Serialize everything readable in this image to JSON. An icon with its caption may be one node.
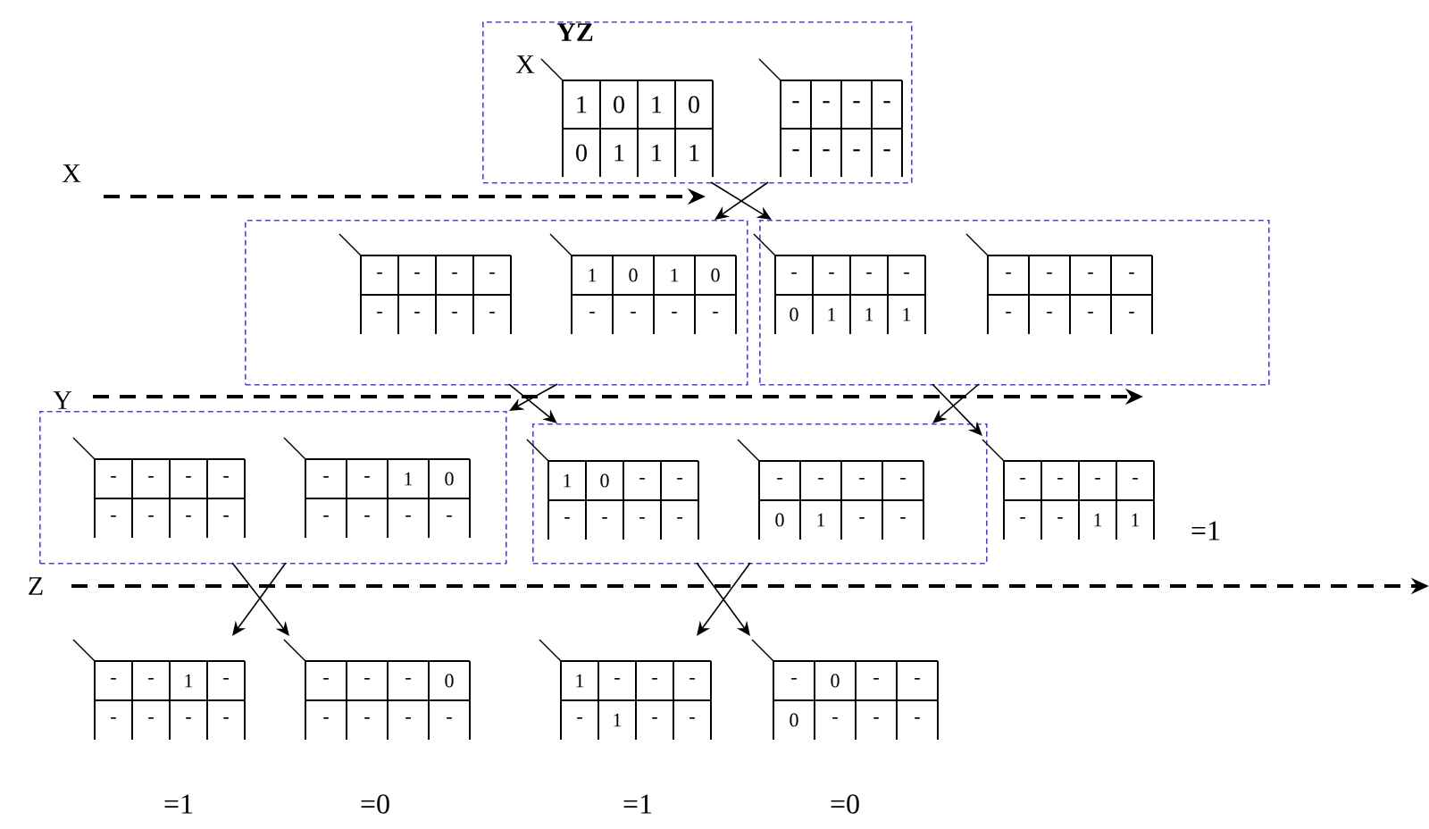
{
  "diagram": {
    "nodes": [
      {
        "text": [],
        "shape": "box"
      },
      {
        "text": [
          "1",
          "0",
          "1",
          "0",
          "0",
          "1",
          "1",
          "1"
        ],
        "in": 0,
        "beside": [
          "YZ",
          "X"
        ]
      },
      {
        "text": [
          "-",
          "-",
          "-",
          "-",
          "-",
          "-",
          "-",
          "-"
        ],
        "in": 0
      },
      {
        "text": [],
        "shape": "box"
      },
      {
        "text": [
          "-",
          "-",
          "-",
          "-",
          "-",
          "-",
          "-",
          "-"
        ],
        "in": 3
      },
      {
        "text": [
          "1",
          "0",
          "1",
          "0",
          "-",
          "-",
          "-",
          "-"
        ],
        "in": 3
      },
      {
        "text": [],
        "shape": "box"
      },
      {
        "text": [
          "-",
          "-",
          "-",
          "-",
          "0",
          "1",
          "1",
          "1"
        ],
        "in": 6
      },
      {
        "text": [
          "-",
          "-",
          "-",
          "-",
          "-",
          "-",
          "-",
          "-"
        ],
        "in": 6
      },
      {
        "text": [],
        "shape": "box"
      },
      {
        "text": [
          "-",
          "-",
          "-",
          "-",
          "-",
          "-",
          "-",
          "-"
        ],
        "in": 9
      },
      {
        "text": [
          "-",
          "-",
          "1",
          "0",
          "-",
          "-",
          "-",
          "-"
        ],
        "in": 9
      },
      {
        "text": [],
        "shape": "box"
      },
      {
        "text": [
          "1",
          "0",
          "-",
          "-",
          "-",
          "-",
          "-",
          "-"
        ],
        "in": 12
      },
      {
        "text": [
          "-",
          "-",
          "-",
          "-",
          "0",
          "1",
          "-",
          "-"
        ],
        "in": 12
      },
      {
        "text": [
          "-",
          "-",
          "-",
          "-",
          "-",
          "-",
          "1",
          "1"
        ],
        "beside": [
          "=1"
        ]
      },
      {
        "text": [
          "-",
          "-",
          "1",
          "-",
          "-",
          "-",
          "-",
          "-"
        ],
        "beside": [
          "=1"
        ]
      },
      {
        "text": [
          "-",
          "-",
          "-",
          "0",
          "-",
          "-",
          "-",
          "-"
        ],
        "beside": [
          "=0"
        ]
      },
      {
        "text": [
          "1",
          "-",
          "-",
          "-",
          "-",
          "1",
          "-",
          "-"
        ],
        "beside": [
          "=1"
        ]
      },
      {
        "text": [
          "-",
          "0",
          "-",
          "-",
          "0",
          "-",
          "-",
          "-"
        ],
        "beside": [
          "=0"
        ]
      }
    ],
    "edges": [
      {
        "from": 0,
        "to": 3,
        "arrow": "to"
      },
      {
        "from": 0,
        "to": 6,
        "arrow": "to"
      },
      {
        "from": 3,
        "to": 9,
        "arrow": "to"
      },
      {
        "from": 3,
        "to": 12,
        "arrow": "to"
      },
      {
        "from": 6,
        "to": 12,
        "arrow": "to"
      },
      {
        "from": 6,
        "to": 15,
        "arrow": "to"
      },
      {
        "from": 9,
        "to": 16,
        "arrow": "to"
      },
      {
        "from": 9,
        "to": 17,
        "arrow": "to"
      },
      {
        "from": 12,
        "to": 18,
        "arrow": "to"
      },
      {
        "from": 12,
        "to": 19,
        "arrow": "to"
      }
    ],
    "labels": [
      "X",
      "Y",
      "Z"
    ]
  }
}
